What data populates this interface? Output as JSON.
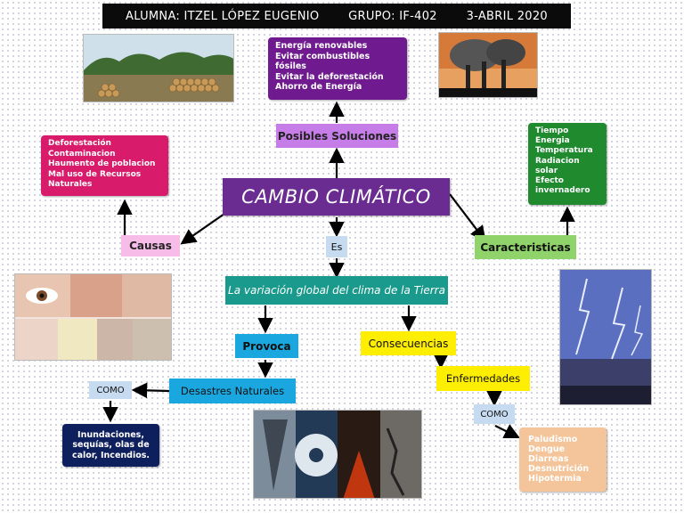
{
  "header": {
    "student": "ALUMNA: ITZEL LÓPEZ EUGENIO",
    "group": "GRUPO: IF-402",
    "date": "3-ABRIL 2020"
  },
  "center": {
    "title": "CAMBIO CLIMÁTICO"
  },
  "solutions": {
    "label": "Posibles Soluciones",
    "items": [
      "Energía renovables",
      "Evitar combustibles",
      "fósiles",
      "Evitar la deforestación",
      "Ahorro de Energía"
    ]
  },
  "causes": {
    "label": "Causas",
    "items": [
      "Deforestación",
      "Contaminacion",
      "Haumento de poblacion",
      "Mal uso de Recursos",
      "Naturales"
    ]
  },
  "characteristics": {
    "label": "Caracteristicas",
    "items": [
      "Tiempo",
      "Energia",
      "Temperatura",
      "Radiacion",
      "solar",
      "Efecto",
      "invernadero"
    ]
  },
  "es": {
    "label": "Es"
  },
  "definition": {
    "text": "La variación global del clima de la Tierra"
  },
  "provoca": {
    "label": "Provoca"
  },
  "consequences": {
    "label": "Consecuencias"
  },
  "disasters": {
    "label": "Desastres Naturales"
  },
  "como_left": {
    "label": "COMO"
  },
  "disaster_examples": {
    "items": [
      "Inundaciones,",
      "sequías, olas de",
      "calor, Incendios."
    ]
  },
  "diseases": {
    "label": "Enfermedades"
  },
  "como_right": {
    "label": "COMO"
  },
  "disease_examples": {
    "items": [
      "Paludismo",
      "Dengue",
      "Diarreas",
      "Desnutrición",
      "Hipotermia"
    ]
  },
  "colors": {
    "center": "#6a2c91",
    "solutions_box": "#6f1b8f",
    "solutions_label": "#c77de8",
    "causes_box": "#d81b6a",
    "causes_label": "#f7bde8",
    "characteristics_box": "#1f8a2e",
    "characteristics_label": "#8fd36a",
    "teal": "#1a9a8c",
    "cyan": "#1aa7e0",
    "yellow": "#ffee00",
    "navy": "#0e1f5e",
    "peach": "#f4c49a",
    "como": "#c6daf0"
  }
}
